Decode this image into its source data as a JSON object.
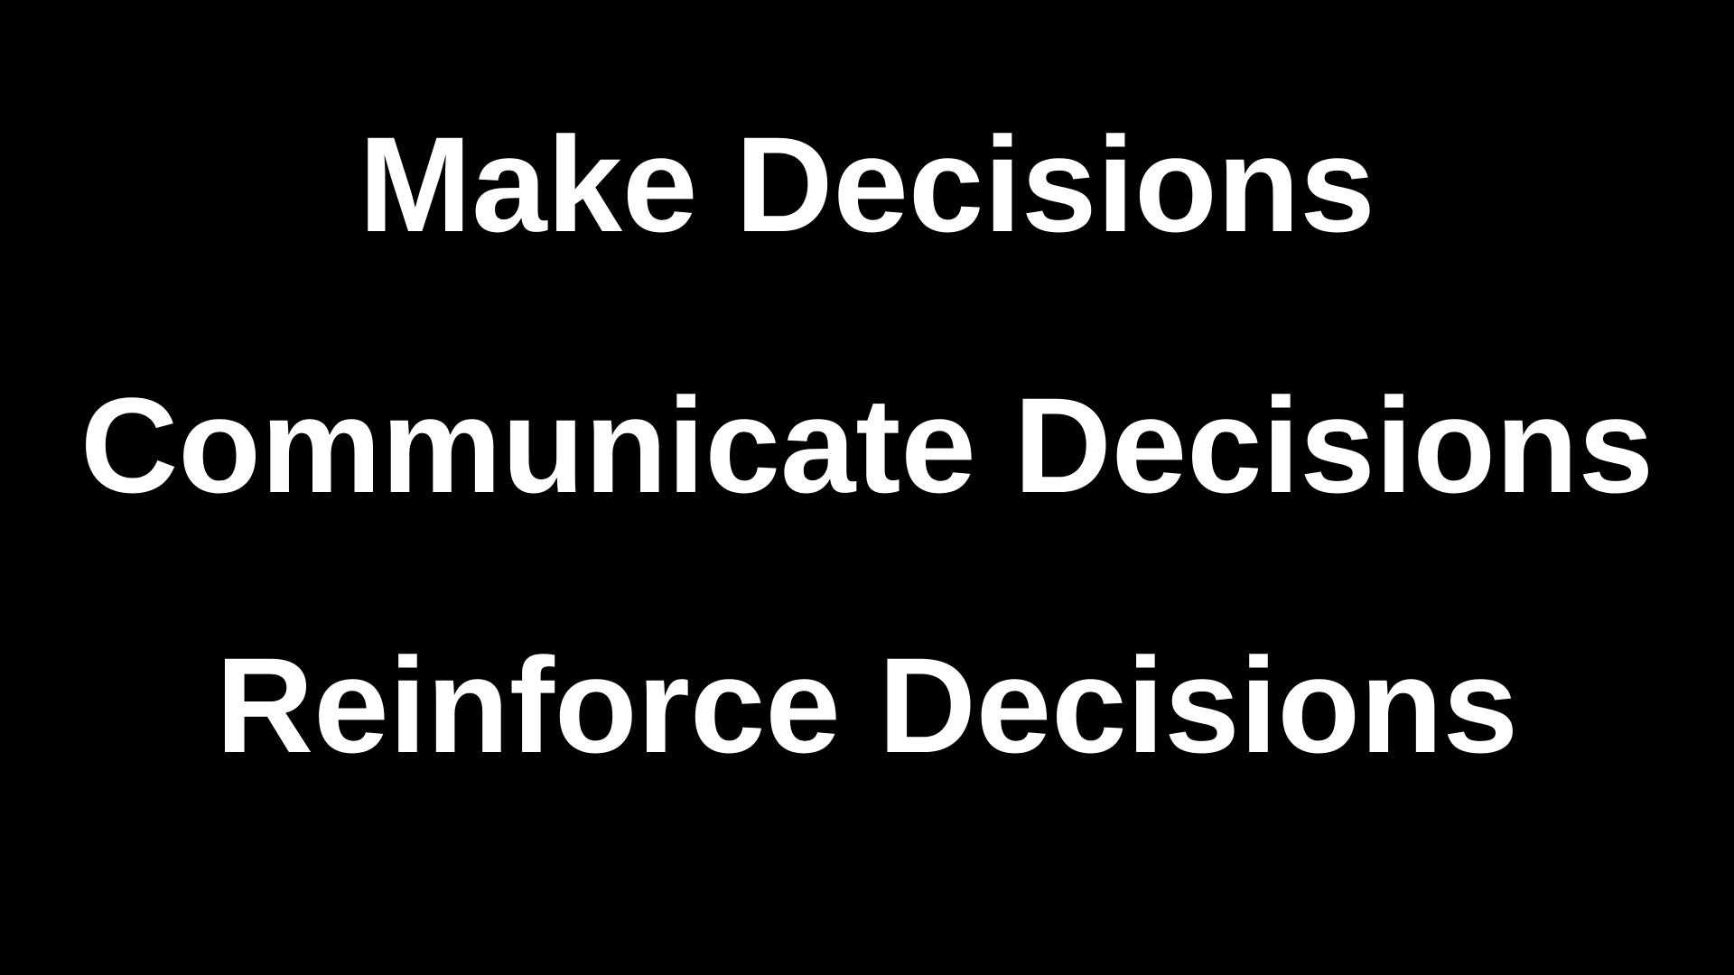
{
  "slide": {
    "background_color": "#000000",
    "text_color": "#ffffff",
    "lines": [
      "Make Decisions",
      "Communicate Decisions",
      "Reinforce Decisions"
    ]
  }
}
